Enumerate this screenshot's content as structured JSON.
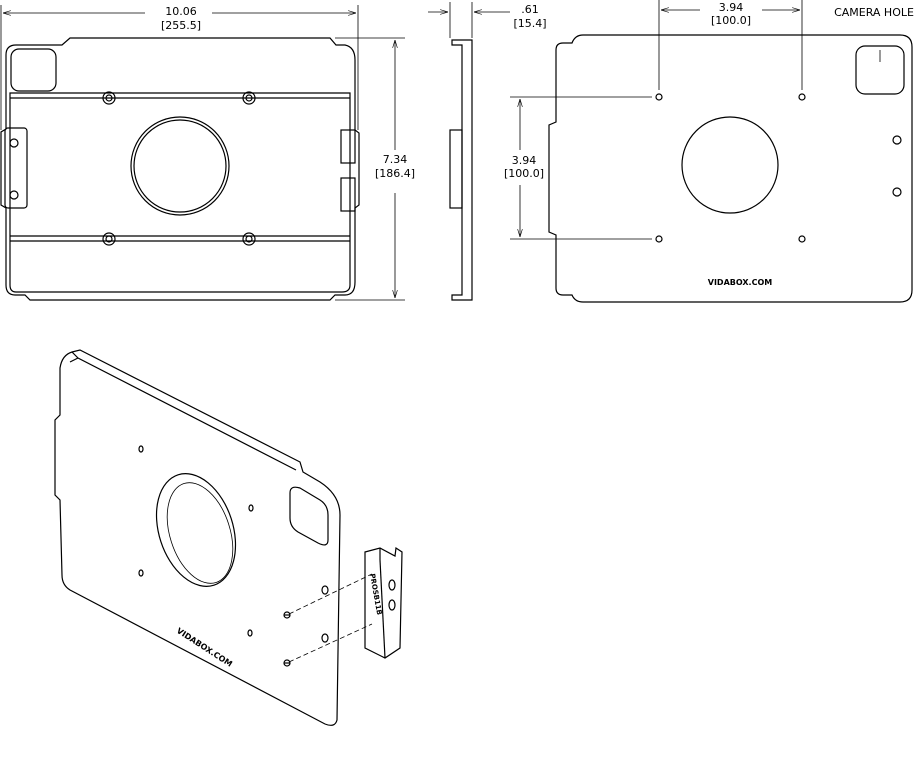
{
  "front_view": {
    "width_dim": {
      "in": "10.06",
      "mm": "[255.5]"
    },
    "height_dim": {
      "in": "7.34",
      "mm": "[186.4]"
    }
  },
  "side_view": {
    "depth_dim": {
      "in": ".61",
      "mm": "[15.4]"
    }
  },
  "back_view": {
    "hole_spacing_h": {
      "in": "3.94",
      "mm": "[100.0]"
    },
    "hole_spacing_v": {
      "in": "3.94",
      "mm": "[100.0]"
    },
    "camera_hole_label": "CAMERA HOLE",
    "brand_text": "VIDABOX.COM"
  },
  "iso_view": {
    "brand_text": "VIDABOX.COM",
    "part_label": "PROSB11B"
  }
}
